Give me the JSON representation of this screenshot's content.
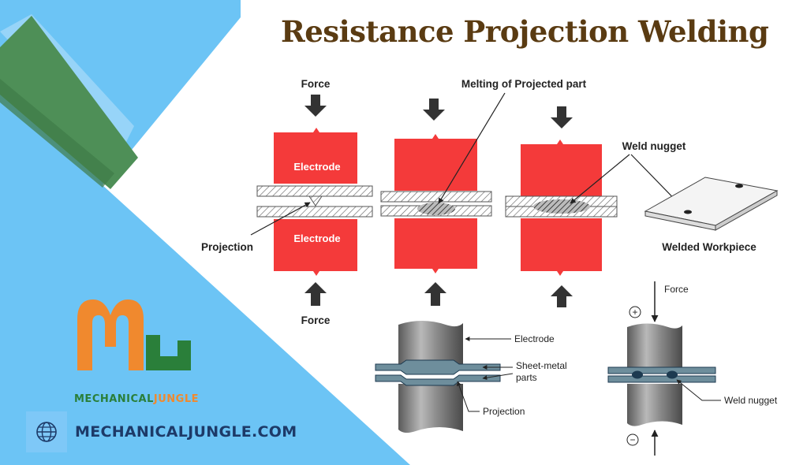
{
  "title": "Resistance Projection Welding",
  "brand": {
    "logo_letters": "ML",
    "name_part1": "MECHANICAL",
    "name_part2": "JUNGLE",
    "website": "MECHANICALJUNGLE.COM",
    "colors": {
      "orange": "#f0892e",
      "green": "#2a7f3a",
      "sky": "#6cc4f5",
      "navy": "#1d3a68",
      "title_brown": "#5a3b12",
      "electrode_red": "#f43a3a"
    }
  },
  "diagram_top": {
    "force_top": "Force",
    "force_bottom": "Force",
    "electrode_upper": "Electrode",
    "electrode_lower": "Electrode",
    "projection": "Projection",
    "melting": "Melting of Projected part",
    "weld_nugget": "Weld  nugget",
    "welded_workpiece": "Welded Workpiece"
  },
  "diagram_bottom": {
    "electrode": "Electrode",
    "sheet_metal_line1": "Sheet-metal",
    "sheet_metal_line2": "parts",
    "projection": "Projection",
    "force": "Force",
    "plus": "+",
    "minus": "−",
    "weld_nugget": "Weld nugget"
  }
}
